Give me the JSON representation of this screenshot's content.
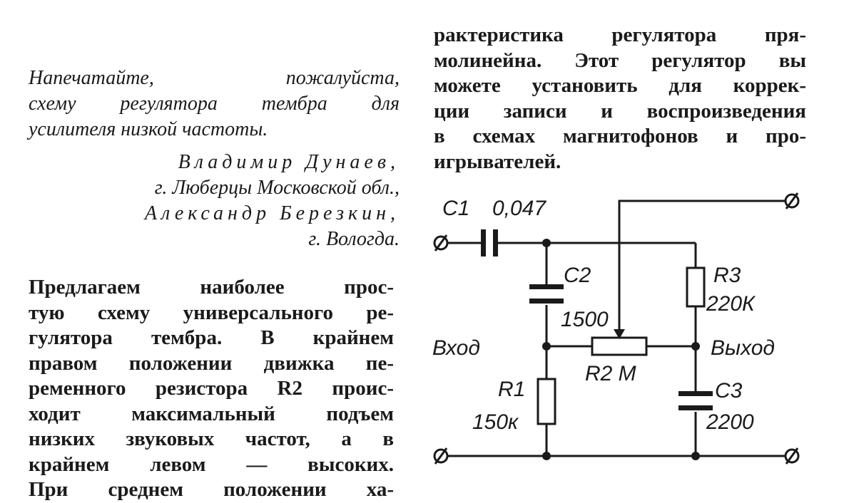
{
  "letter": {
    "lines": [
      "Напечатайте, пожалуйста,",
      "схему регулятора тембра для",
      "усилителя низкой частоты."
    ],
    "signature": {
      "author1": "Владимир Дунаев,",
      "city1": "г. Люберцы Московской обл.,",
      "author2": "Александр Березкин,",
      "city2": "г. Вологда."
    }
  },
  "answer": {
    "left_lines": [
      "Предлагаем наиболее прос-",
      "тую схему универсального ре-",
      "гулятора тембра. В крайнем",
      "правом положении движка пе-",
      "ременного резистора R2 проис-",
      "ходит максимальный подъем",
      "низких звуковых частот, а в",
      "крайнем левом — высоких.",
      "При среднем положении ха-"
    ],
    "right_lines": [
      "рактеристика регулятора пря-",
      "молинейна. Этот регулятор вы",
      "можете установить для коррек-",
      "ции записи и воспроизведения",
      "в схемах магнитофонов и про-",
      "игрывателей."
    ]
  },
  "schematic": {
    "c1_name": "C1",
    "c1_value": "0,047",
    "c2_name": "C2",
    "c2_value": "1500",
    "c3_name": "C3",
    "c3_value": "2200",
    "r1_name": "R1",
    "r1_value": "150к",
    "r2_label": "R2 М",
    "r3_name": "R3",
    "r3_value": "220К",
    "input_label": "Вход",
    "output_label": "Выход",
    "terminal_symbol": "Ø"
  }
}
